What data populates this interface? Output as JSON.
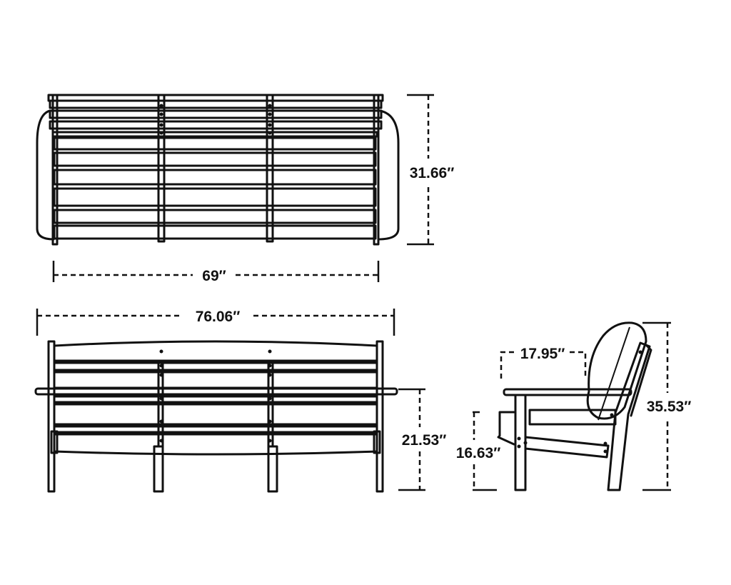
{
  "dimensions": {
    "back_height": "31.66″",
    "back_width": "69″",
    "overall_width": "76.06″",
    "arm_height": "21.53″",
    "seat_depth": "17.95″",
    "seat_height": "16.63″",
    "overall_height": "35.53″"
  },
  "colors": {
    "line": "#111111",
    "background": "#ffffff"
  }
}
